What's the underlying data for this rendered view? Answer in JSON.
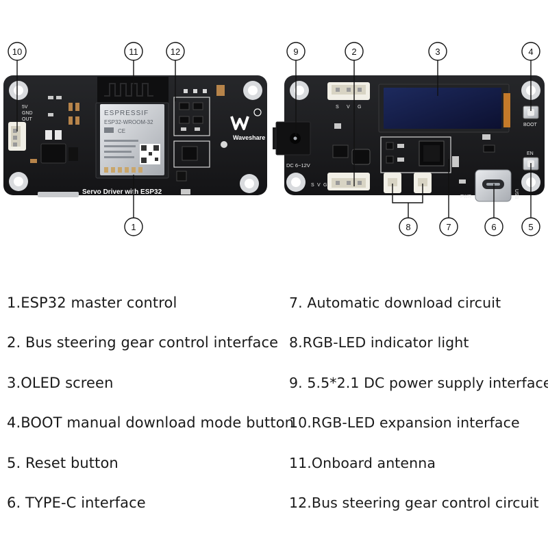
{
  "callouts": [
    "1",
    "2",
    "3",
    "4",
    "5",
    "6",
    "7",
    "8",
    "9",
    "10",
    "11",
    "12"
  ],
  "board_text": {
    "module_brand": "ESPRESSIF",
    "module_model": "ESP32-WROOM-32",
    "module_ce": "CE",
    "brand_logo": "Waveshare",
    "board_title": "Servo Driver with ESP32",
    "pin_5v": "5V",
    "pin_gnd": "GND",
    "pin_out": "OUT",
    "servo_s": "S",
    "servo_v": "V",
    "servo_g": "G",
    "boot": "BOOT",
    "en": "EN",
    "usb": "USB",
    "pwr": "PWR",
    "dc_range": "DC 6~12V"
  },
  "legend": {
    "left": [
      "1.ESP32 master control",
      "2. Bus steering gear control interface",
      "3.OLED screen",
      "4.BOOT manual download mode button",
      "5. Reset button",
      "6. TYPE-C interface"
    ],
    "right": [
      "7. Automatic download circuit",
      "8.RGB-LED indicator light",
      "9. 5.5*2.1 DC power supply interface",
      "10.RGB-LED expansion interface",
      "11.Onboard antenna",
      "12.Bus steering gear control circuit"
    ]
  },
  "colors": {
    "pcb": "#1b1b1d",
    "silkscreen": "#e8e8e8",
    "callout_line": "#111111",
    "oled": "#101632"
  }
}
